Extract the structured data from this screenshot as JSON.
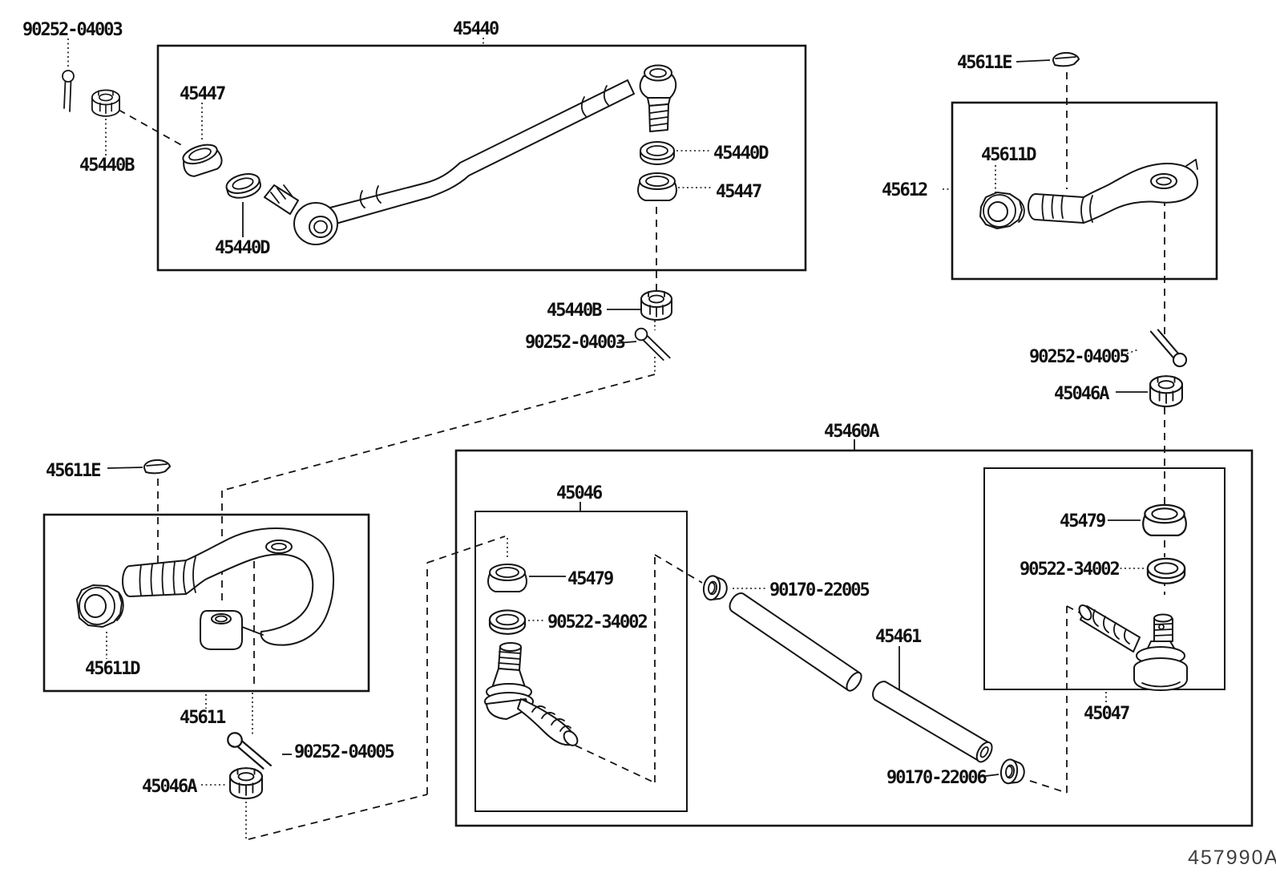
{
  "diagram": {
    "figure_code": "457990A",
    "colors": {
      "ink": "#141414",
      "background": "#ffffff",
      "figure_code_color": "#3f3f3f"
    },
    "parts": {
      "p45440": "45440",
      "p45440B": "45440B",
      "p45440D": "45440D",
      "p45447": "45447",
      "p90252_04003": "90252-04003",
      "p45460A": "45460A",
      "p45046": "45046",
      "p45479": "45479",
      "p90522_34002": "90522-34002",
      "p90170_22005": "90170-22005",
      "p45461": "45461",
      "p90170_22006": "90170-22006",
      "p45047": "45047",
      "p45046A": "45046A",
      "p90252_04005": "90252-04005",
      "p45611": "45611",
      "p45611D": "45611D",
      "p45611E": "45611E",
      "p45612": "45612"
    }
  }
}
